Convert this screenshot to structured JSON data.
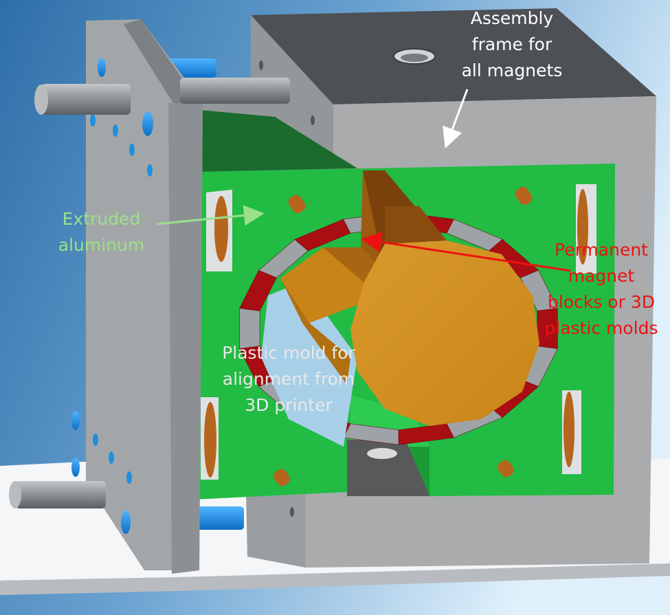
{
  "labels": {
    "assembly_frame": {
      "lines": [
        "Assembly",
        "frame for",
        "all magnets"
      ],
      "color": "#ffffff"
    },
    "extruded_aluminum": {
      "lines": [
        "Extruded",
        "aluminum"
      ],
      "color": "#9be08a"
    },
    "permanent_magnet": {
      "lines": [
        "Permanent",
        "magnet",
        "blocks or 3D",
        "plastic molds"
      ],
      "color": "#ee1111"
    },
    "plastic_mold": {
      "lines": [
        "Plastic mold for",
        "alignment from",
        "3D printer"
      ],
      "color": "#e8e8e8"
    }
  },
  "colors": {
    "frame_gray": "#a9abad",
    "frame_top": "#4d5054",
    "aluminum_green": "#22bb44",
    "magnet_red": "#a80e12",
    "plastic_orange": "#cc8a1e",
    "hole_blue": "#1e8fe0",
    "copper": "#b5651d"
  }
}
